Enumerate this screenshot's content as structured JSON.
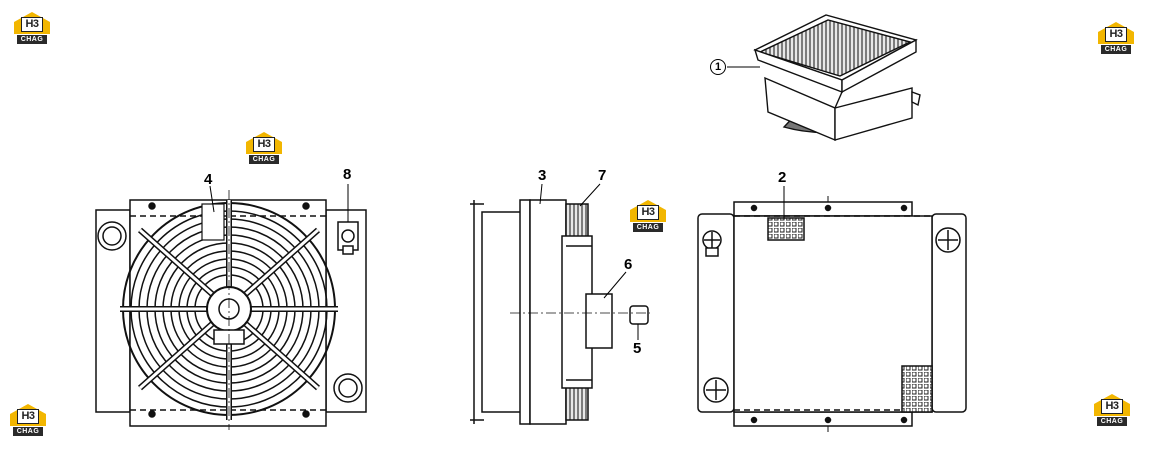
{
  "callouts": {
    "c1": "1",
    "c2": "2",
    "c3": "3",
    "c4": "4",
    "c5": "5",
    "c6": "6",
    "c7": "7",
    "c8": "8"
  },
  "watermark": {
    "mark": "H3",
    "word": "CHAG",
    "accent": "#f2b600"
  }
}
